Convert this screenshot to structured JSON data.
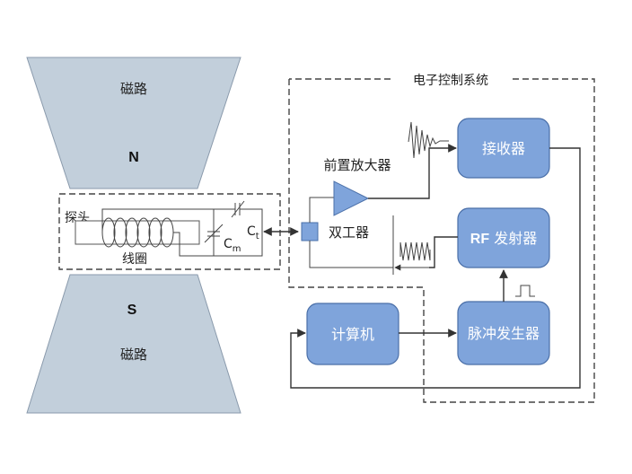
{
  "magnets": {
    "top": {
      "label": "磁路",
      "pole": "N"
    },
    "bottom": {
      "label": "磁路",
      "pole": "S"
    }
  },
  "probe": {
    "label": "探头",
    "coil_label": "线圈",
    "cap_tune": {
      "main": "C",
      "sub": "t"
    },
    "cap_match": {
      "main": "C",
      "sub": "m"
    }
  },
  "control_system": {
    "title": "电子控制系统",
    "preamp_label": "前置放大器",
    "duplexer_label": "双工器",
    "receiver_label": "接收器",
    "rf_tx": {
      "prefix": "RF",
      "rest": " 发射器"
    },
    "pulse_gen_label": "脉冲发生器",
    "computer_label": "计算机"
  }
}
